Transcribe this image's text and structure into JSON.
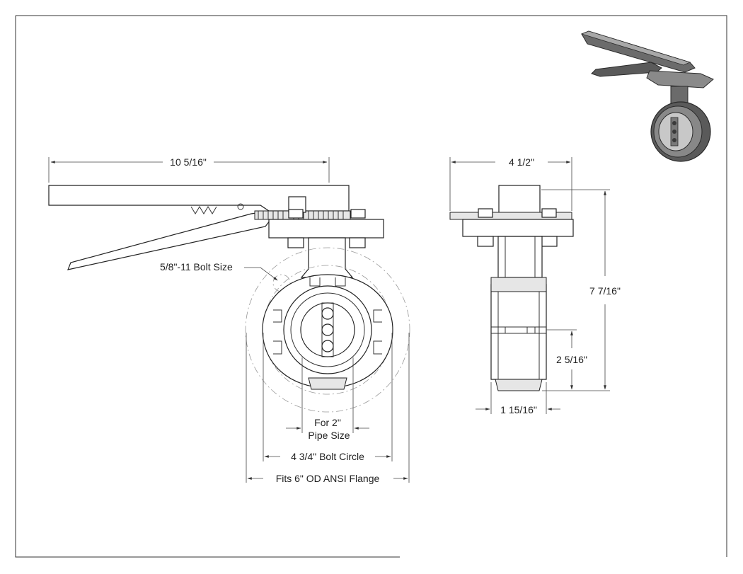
{
  "dimensions": {
    "handle_length": "10 5/16\"",
    "body_width_top": "4 1/2\"",
    "overall_height": "7 7/16\"",
    "center_height": "2 5/16\"",
    "body_thickness": "1 15/16\"",
    "bolt_size": "5/8\"-11 Bolt Size",
    "pipe_size_line1": "For 2\"",
    "pipe_size_line2": "Pipe Size",
    "bolt_circle": "4 3/4\" Bolt Circle",
    "flange_fit": "Fits 6\" OD ANSI Flange"
  },
  "colors": {
    "line": "#222222",
    "shade_light": "#e6e6e6",
    "iso_dark": "#3a3a3a",
    "iso_mid": "#6b6b6b",
    "iso_light": "#a8a8a8"
  }
}
